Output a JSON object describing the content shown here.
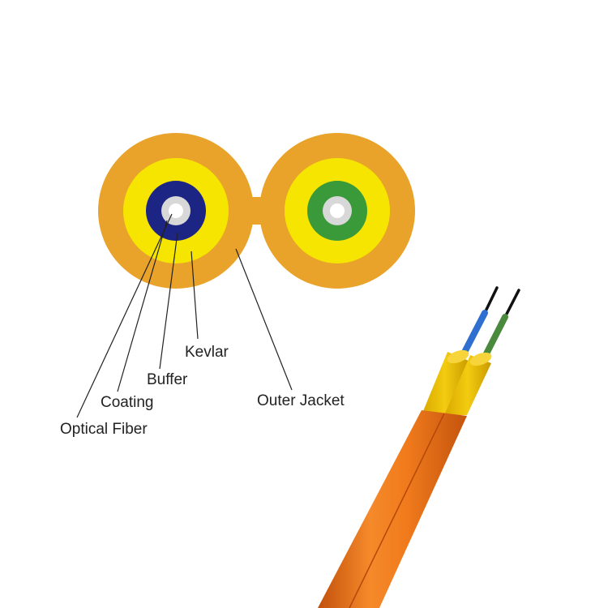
{
  "labels": {
    "kevlar": "Kevlar",
    "buffer": "Buffer",
    "coating": "Coating",
    "optical_fiber": "Optical Fiber",
    "outer_jacket": "Outer Jacket"
  },
  "colors": {
    "jacket": "#e9a32a",
    "kevlar": "#f5e500",
    "buffer_left": "#1c2484",
    "buffer_right": "#3a9a3a",
    "coating": "#d8d8d8",
    "fiber": "#ffffff",
    "cable_jacket": "#f07a1c",
    "strand_blue": "#2f6fd0",
    "strand_green": "#4a8a3c"
  }
}
